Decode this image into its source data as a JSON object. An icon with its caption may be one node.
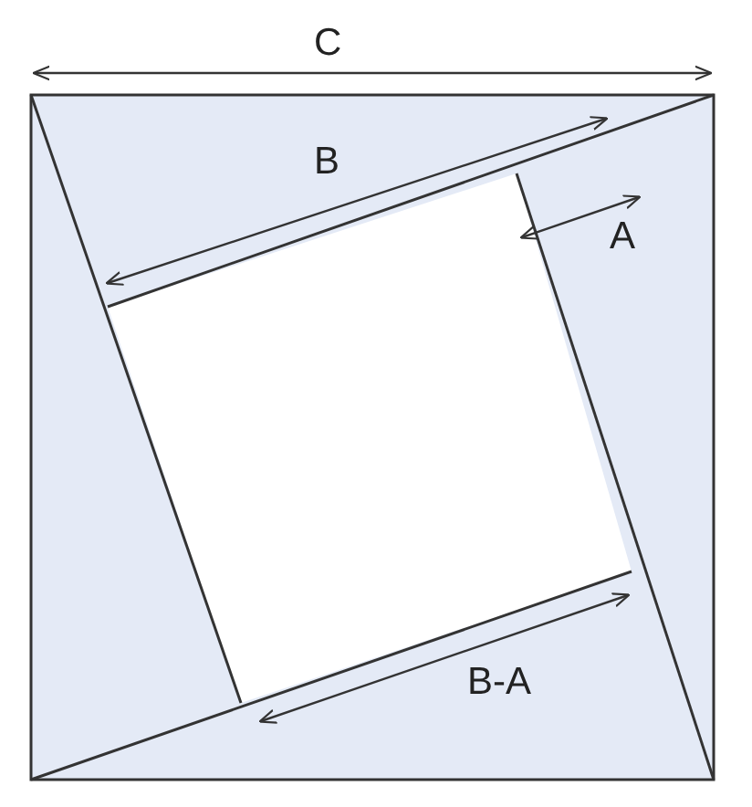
{
  "diagram": {
    "labels": [
      "C",
      "B",
      "A",
      "B-A"
    ]
  }
}
